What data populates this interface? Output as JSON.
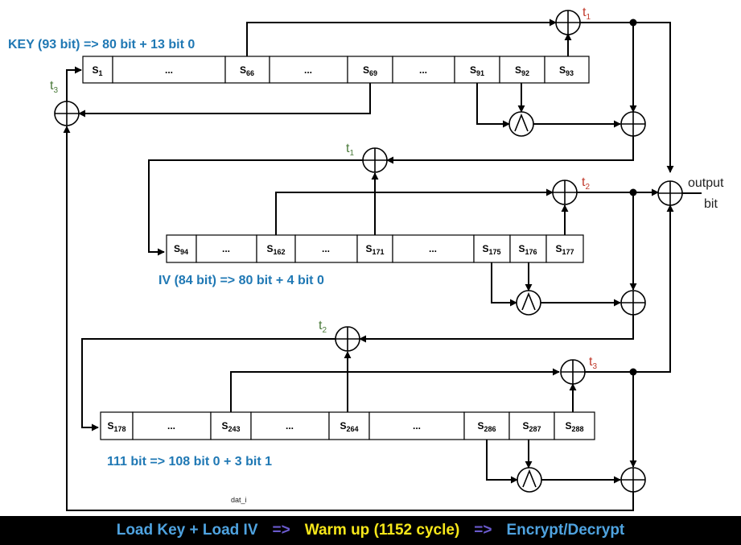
{
  "registers": [
    {
      "cells": [
        {
          "base": "S",
          "sub": "1"
        },
        {
          "base": "...",
          "sub": ""
        },
        {
          "base": "S",
          "sub": "66"
        },
        {
          "base": "...",
          "sub": ""
        },
        {
          "base": "S",
          "sub": "69"
        },
        {
          "base": "...",
          "sub": ""
        },
        {
          "base": "S",
          "sub": "91"
        },
        {
          "base": "S",
          "sub": "92"
        },
        {
          "base": "S",
          "sub": "93"
        }
      ]
    },
    {
      "cells": [
        {
          "base": "S",
          "sub": "94"
        },
        {
          "base": "...",
          "sub": ""
        },
        {
          "base": "S",
          "sub": "162"
        },
        {
          "base": "...",
          "sub": ""
        },
        {
          "base": "S",
          "sub": "171"
        },
        {
          "base": "...",
          "sub": ""
        },
        {
          "base": "S",
          "sub": "175"
        },
        {
          "base": "S",
          "sub": "176"
        },
        {
          "base": "S",
          "sub": "177"
        }
      ]
    },
    {
      "cells": [
        {
          "base": "S",
          "sub": "178"
        },
        {
          "base": "...",
          "sub": ""
        },
        {
          "base": "S",
          "sub": "243"
        },
        {
          "base": "...",
          "sub": ""
        },
        {
          "base": "S",
          "sub": "264"
        },
        {
          "base": "...",
          "sub": ""
        },
        {
          "base": "S",
          "sub": "286"
        },
        {
          "base": "S",
          "sub": "287"
        },
        {
          "base": "S",
          "sub": "288"
        }
      ]
    }
  ],
  "notes": {
    "key": "KEY (93 bit) => 80 bit + 13 bit 0",
    "iv": "IV (84 bit) => 80 bit + 4 bit 0",
    "third": "111 bit => 108 bit 0 + 3 bit 1"
  },
  "taps": {
    "t1_out": {
      "base": "t",
      "sub": "1"
    },
    "t1_in": {
      "base": "t",
      "sub": "1"
    },
    "t2_out": {
      "base": "t",
      "sub": "2"
    },
    "t2_in": {
      "base": "t",
      "sub": "2"
    },
    "t3_out": {
      "base": "t",
      "sub": "3"
    },
    "t3_in": {
      "base": "t",
      "sub": "3"
    }
  },
  "output_label": {
    "line1": "output",
    "line2": "bit"
  },
  "signal_label": "dat_i",
  "footer": {
    "step1": "Load Key + Load IV",
    "arrow1": "=>",
    "step2": "Warm up (1152 cycle)",
    "arrow2": "=>",
    "step3": "Encrypt/Decrypt"
  },
  "colors": {
    "note_blue": "#1f78b4",
    "tap_red": "#c0392b",
    "tap_green": "#4a7a3a",
    "footer_blue": "#4fa3e0",
    "footer_yellow": "#f5e61a",
    "footer_arrow": "#6a5acd",
    "footer_bg": "#000000"
  }
}
